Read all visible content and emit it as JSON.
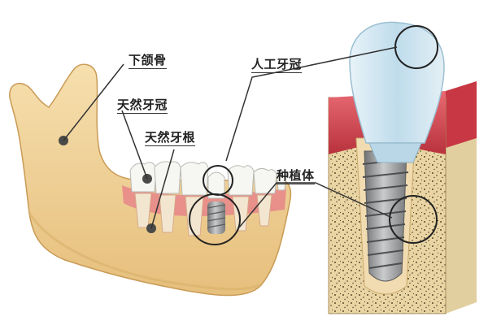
{
  "labels": {
    "mandible": "下颌骨",
    "natural_crown": "天然牙冠",
    "natural_root": "天然牙根",
    "artificial_crown": "人工牙冠",
    "implant": "种植体"
  },
  "colors": {
    "bone": "#f0d39a",
    "bone_shadow": "#d9b06a",
    "gum": "#d8505a",
    "tooth": "#f3f3f1",
    "crown_glass": "#cfe6f2",
    "implant_metal": "#9a9c9e",
    "leader": "#333333"
  },
  "icons": [
    "callout-dot",
    "magnifier-circle"
  ]
}
